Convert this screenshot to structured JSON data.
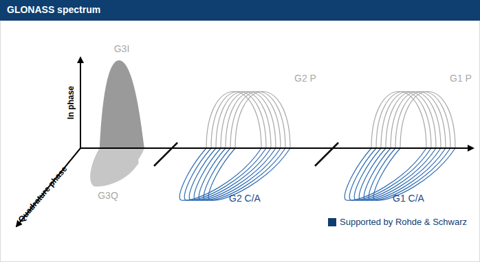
{
  "diagram": {
    "title": "GLONASS spectrum",
    "labels": [
      "In phase",
      "Quadrature phase",
      "G3I",
      "G3Q",
      "G2 P",
      "G1 P",
      "G2 C/A",
      "G1 C/A"
    ],
    "legend": [
      {
        "text": "Supported by Rohde & Schwarz",
        "color": "#0f3d72"
      }
    ]
  }
}
